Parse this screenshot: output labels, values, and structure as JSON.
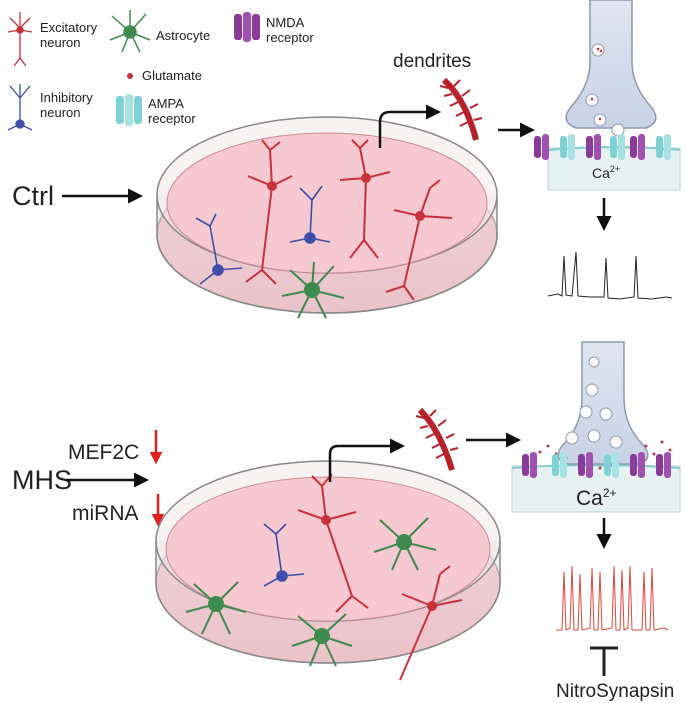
{
  "legend": {
    "excitatory": "Excitatory neuron",
    "excitatory_l1": "Excitatory",
    "excitatory_l2": "neuron",
    "inhibitory_l1": "Inhibitory",
    "inhibitory_l2": "neuron",
    "astrocyte": "Astrocyte",
    "glutamate": "Glutamate",
    "nmda_l1": "NMDA",
    "nmda_l2": "receptor",
    "ampa_l1": "AMPA",
    "ampa_l2": "receptor"
  },
  "top": {
    "condition": "Ctrl",
    "dendrites": "dendrites",
    "calcium": "Ca",
    "calcium_sup": "2+"
  },
  "bottom": {
    "condition": "MHS",
    "factor1": "MEF2C",
    "factor2": "miRNA",
    "calcium": "Ca",
    "calcium_sup": "2+",
    "inhibitor": "NitroSynapsin"
  },
  "colors": {
    "excitatory": "#c8323a",
    "inhibitory": "#3d4fa8",
    "astrocyte": "#3f8a4e",
    "nmda": "#8a3b9a",
    "ampa": "#7fd2d4",
    "dish": "#f2b8c0",
    "arrow_down": "#e02020",
    "trace_ctrl": "#222222",
    "trace_mhs": "#e0453a"
  }
}
